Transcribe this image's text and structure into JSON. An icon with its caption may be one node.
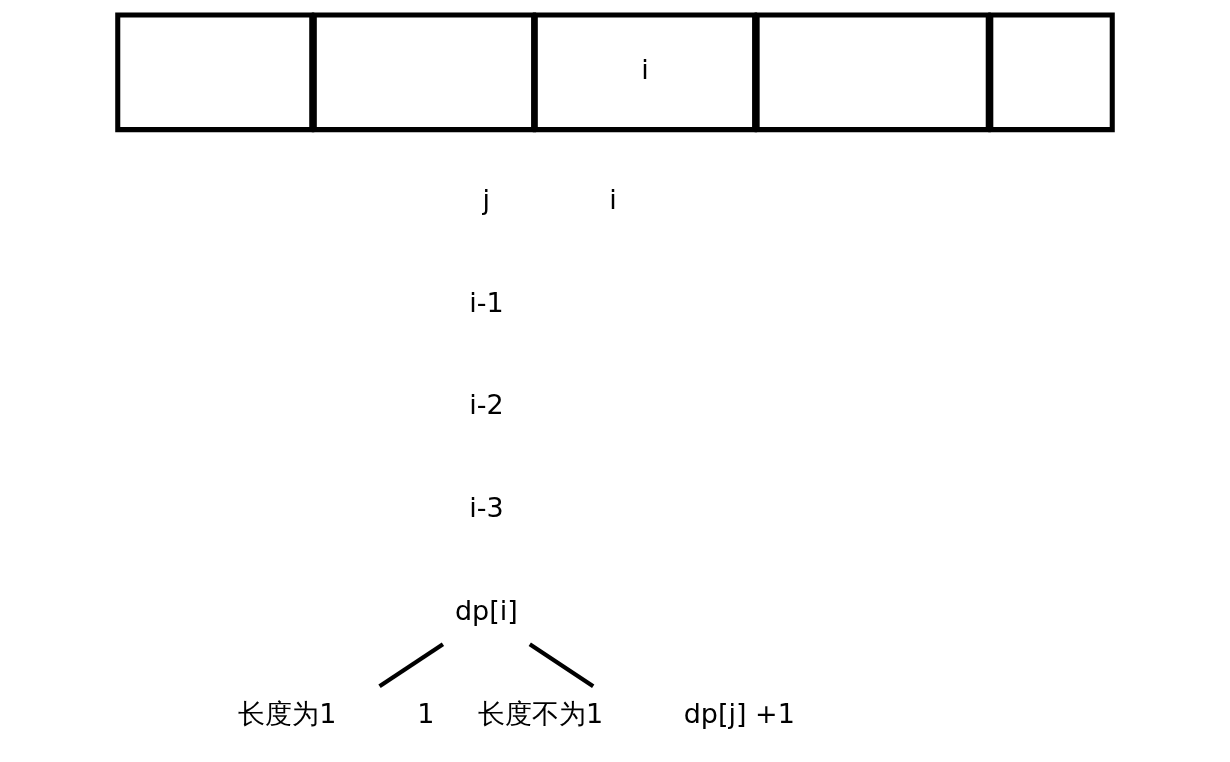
{
  "diagram": {
    "nodes": [
      {
        "text": [],
        "shape": "box"
      },
      {
        "text": [],
        "shape": "box"
      },
      {
        "text": [
          "i"
        ]
      },
      {
        "text": [],
        "shape": "box"
      },
      {
        "text": [],
        "shape": "box"
      },
      {
        "text": [
          "dp[i]"
        ]
      },
      {
        "text": [
          "长度为1"
        ],
        "beside": [
          "1"
        ]
      },
      {
        "text": [
          "长度不为1"
        ],
        "beside": [
          "dp[j] +1"
        ]
      }
    ],
    "edges": [
      {
        "from": 5,
        "to": 6,
        "arrow": "none"
      },
      {
        "from": 5,
        "to": 7,
        "arrow": "none"
      }
    ],
    "labels": [
      "j",
      "i",
      "i-1",
      "i-2",
      "i-3"
    ]
  }
}
